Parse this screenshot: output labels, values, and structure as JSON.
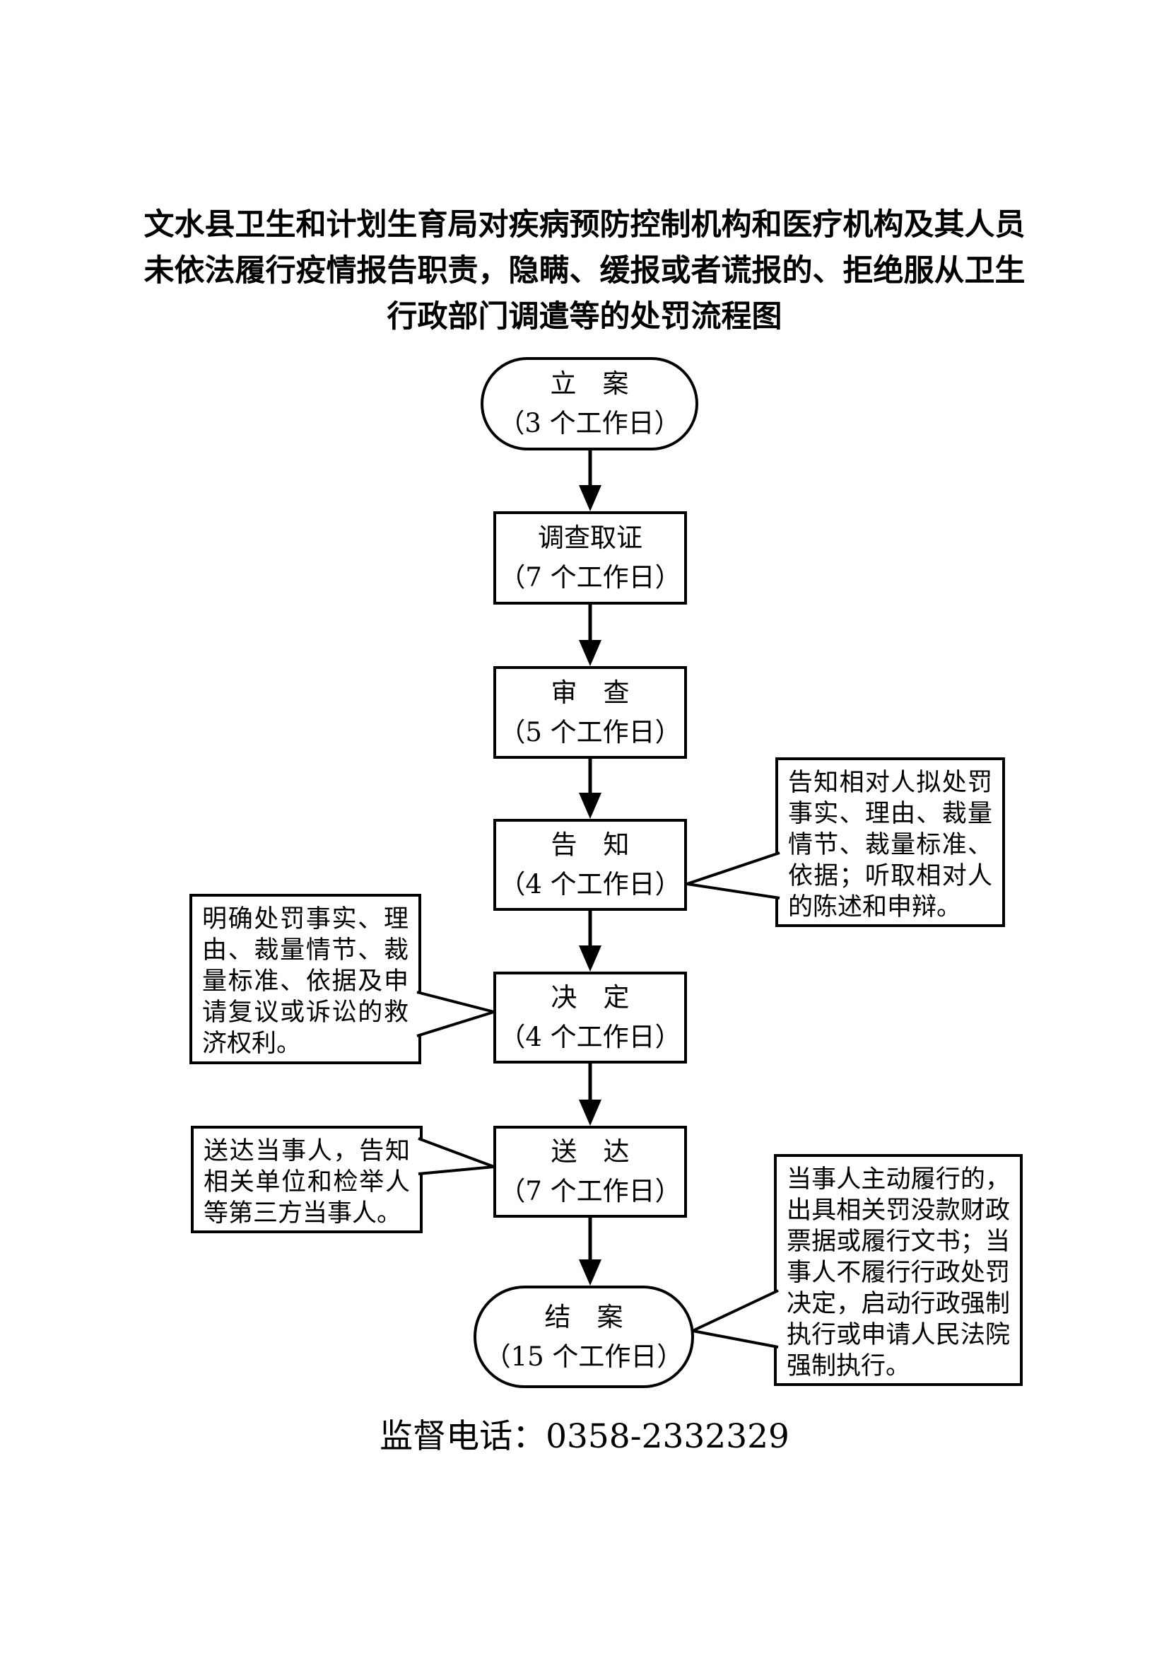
{
  "document": {
    "title_lines": [
      "文水县卫生和计划生育局对疾病预防控制机构和医疗机构及其人员",
      "未依法履行疫情报告职责，隐瞒、缓报或者谎报的、拒绝服从卫生",
      "行政部门调遣等的处罚流程图"
    ],
    "phone": "监督电话：0358-2332329",
    "colors": {
      "ink": "#000000",
      "paper": "#ffffff"
    }
  },
  "flowchart": {
    "nodes": [
      {
        "label": "立　案",
        "duration": "（3 个工作日）",
        "shape": "stadium"
      },
      {
        "label": "调查取证",
        "duration": "（7 个工作日）",
        "shape": "rect"
      },
      {
        "label": "审　查",
        "duration": "（5 个工作日）",
        "shape": "rect"
      },
      {
        "label": "告　知",
        "duration": "（4 个工作日）",
        "shape": "rect"
      },
      {
        "label": "决　定",
        "duration": "（4 个工作日）",
        "shape": "rect"
      },
      {
        "label": "送　达",
        "duration": "（7 个工作日）",
        "shape": "rect"
      },
      {
        "label": "结　案",
        "duration": "（15 个工作日）",
        "shape": "stadium"
      }
    ],
    "callouts": [
      {
        "target": "告知",
        "side": "right",
        "text": "告知相对人拟处罚事实、理由、裁量情节、裁量标准、依据；听取相对人的陈述和申辩。"
      },
      {
        "target": "决定",
        "side": "left",
        "text": "明确处罚事实、理由、裁量情节、裁量标准、依据及申请复议或诉讼的救济权利。"
      },
      {
        "target": "送达",
        "side": "left",
        "text": "送达当事人，告知相关单位和检举人等第三方当事人。"
      },
      {
        "target": "结案",
        "side": "right",
        "text": "当事人主动履行的，出具相关罚没款财政票据或履行文书；当事人不履行行政处罚决定，启动行政强制执行或申请人民法院强制执行。"
      }
    ]
  }
}
